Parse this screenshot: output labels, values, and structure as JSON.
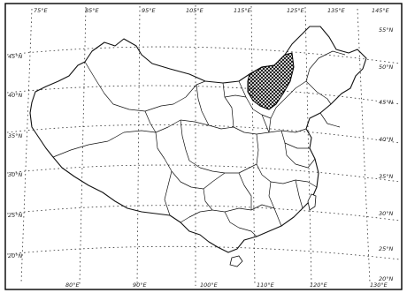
{
  "map": {
    "region": "China",
    "highlighted_area": {
      "hatch_color": "#000000"
    },
    "graticule": {
      "top_labels": [
        "75°E",
        "85°E",
        "95°E",
        "105°E",
        "115°E",
        "125°E",
        "135°E",
        "145°E"
      ],
      "bottom_labels": [
        "80°E",
        "90°E",
        "100°E",
        "110°E",
        "120°E",
        "130°E"
      ],
      "left_labels": [
        "45°N",
        "40°N",
        "35°N",
        "30°N",
        "25°N",
        "20°N"
      ],
      "right_labels": [
        "55°N",
        "50°N",
        "45°N",
        "40°N",
        "35°N",
        "30°N",
        "25°N",
        "20°N"
      ]
    }
  },
  "colors": {
    "background": "#ffffff",
    "line": "#111111"
  }
}
